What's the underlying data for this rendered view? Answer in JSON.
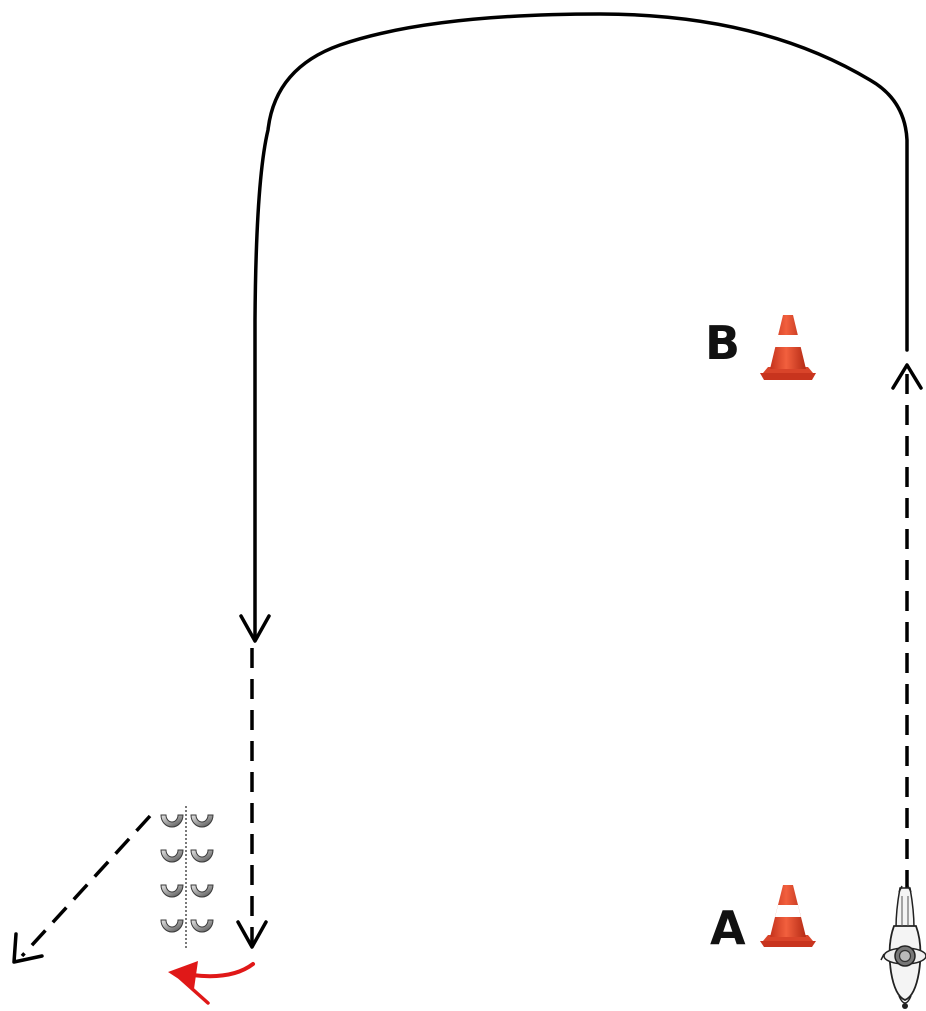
{
  "labels": {
    "cone_b": "B",
    "cone_a": "A"
  },
  "icons": {
    "cone": "traffic-cone-icon",
    "horseshoe": "horseshoe-icon",
    "horse_and_rider": "horse-rider-top-view-icon",
    "turn_arrow": "curved-turn-arrow-icon"
  },
  "colors": {
    "background": "#ffffff",
    "path": "#000000",
    "cone_orange": "#e8452a",
    "cone_stripe": "#ffffff",
    "turn_arrow": "#e01818",
    "horseshoe": "#8a8a8a"
  },
  "horseshoe_grid": {
    "rows": 4,
    "columns": 2
  }
}
